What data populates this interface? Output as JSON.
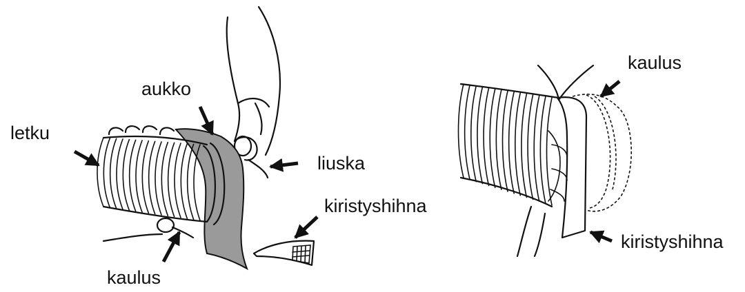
{
  "left_figure": {
    "labels": {
      "letku": "letku",
      "aukko": "aukko",
      "liuska": "liuska",
      "kiristyshihna": "kiristyshihna",
      "kaulus": "kaulus"
    }
  },
  "right_figure": {
    "labels": {
      "kaulus": "kaulus",
      "kiristyshihna": "kiristyshihna"
    }
  },
  "colors": {
    "line": "#111111",
    "flap_fill": "#9a9a9a",
    "background": "#ffffff"
  }
}
